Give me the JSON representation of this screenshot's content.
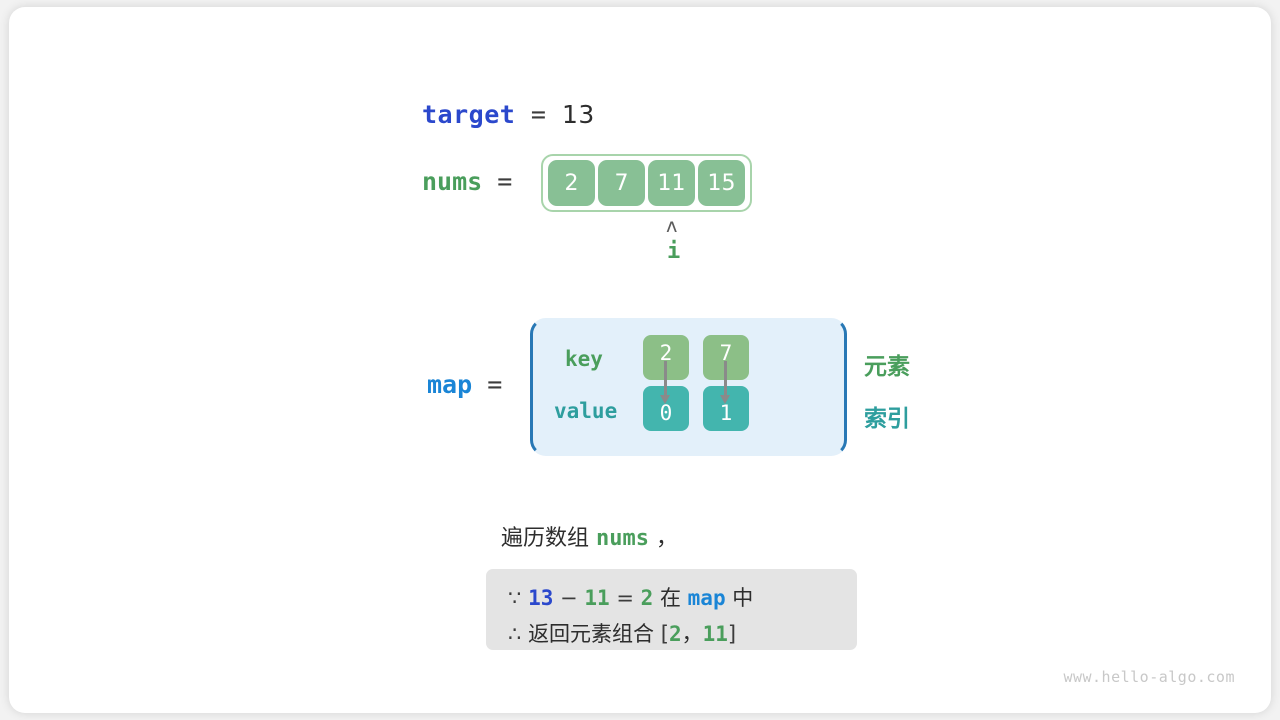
{
  "diagram": {
    "title": "two-sum hash map walkthrough",
    "target": {
      "label": "target",
      "equals": "=",
      "value": "13"
    },
    "nums": {
      "label": "nums",
      "equals": "=",
      "cells": [
        "2",
        "7",
        "11",
        "15"
      ],
      "pointer": {
        "caret": "ʌ",
        "label": "i",
        "index": 2
      }
    },
    "map": {
      "label": "map",
      "equals": "=",
      "row_labels": {
        "key": "key",
        "value": "value"
      },
      "entries": [
        {
          "key": "2",
          "value": "0"
        },
        {
          "key": "7",
          "value": "1"
        }
      ],
      "legend": {
        "element": "元素",
        "index": "索引"
      }
    },
    "caption": {
      "prefix": "遍历数组",
      "var": "nums",
      "suffix": "，"
    },
    "conclusion": {
      "line1": {
        "symbol": "∵",
        "a": "13",
        "minus": "−",
        "b": "11",
        "eq": "=",
        "c": "2",
        "mid": "在",
        "map": "map",
        "tail": "中"
      },
      "line2": {
        "symbol": "∴",
        "text": "返回元素组合",
        "bracket_open": "[",
        "a": "2",
        "comma": "，",
        "b": "11",
        "bracket_close": "]"
      }
    },
    "watermark": "www.hello-algo.com"
  },
  "colors": {
    "green": "#4a9e5c",
    "teal": "#2e9e9e",
    "blue": "#1a85d6",
    "blue_dark": "#2b48cc",
    "array_cell": "#88c095",
    "key_cell": "#8cbf87",
    "value_cell": "#43b5ae",
    "map_bg": "#e3f0fa",
    "map_border": "#2878b5",
    "conclusion_bg": "#e4e4e4"
  }
}
